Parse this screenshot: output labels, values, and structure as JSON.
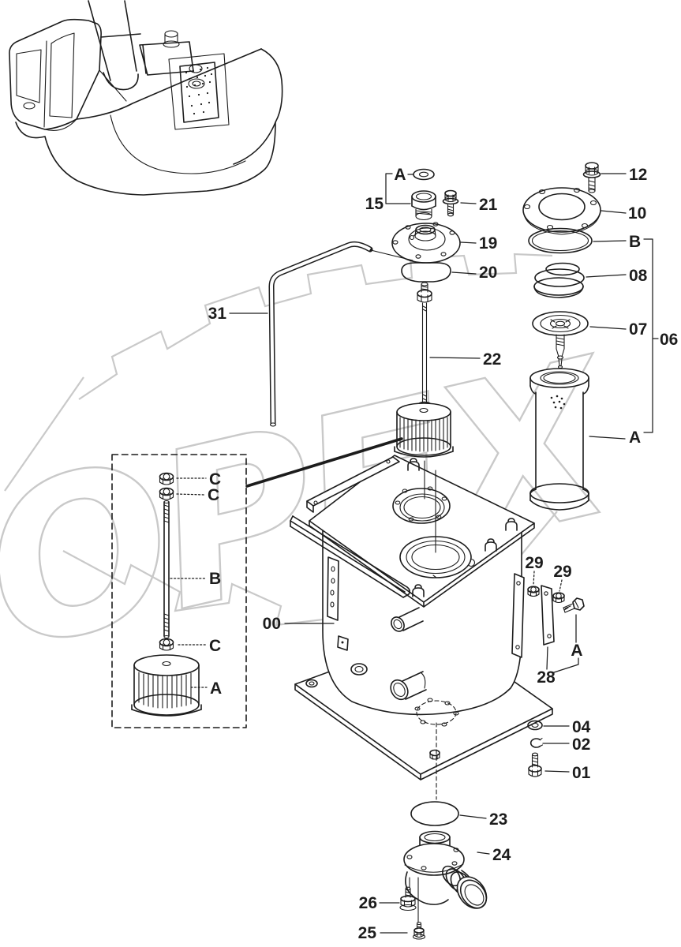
{
  "colors": {
    "line": "#1c1c1c",
    "watermark": "#c9c9c9",
    "background": "#ffffff"
  },
  "watermark": {
    "text": "OPEX"
  },
  "labels": {
    "00": "00",
    "01": "01",
    "02": "02",
    "04": "04",
    "06": "06",
    "07": "07",
    "08": "08",
    "10": "10",
    "12": "12",
    "15": "15",
    "19": "19",
    "20": "20",
    "21": "21",
    "22": "22",
    "23": "23",
    "24": "24",
    "25": "25",
    "26": "26",
    "28": "28",
    "29": "29",
    "31": "31",
    "A": "A",
    "B": "B",
    "C": "C"
  }
}
